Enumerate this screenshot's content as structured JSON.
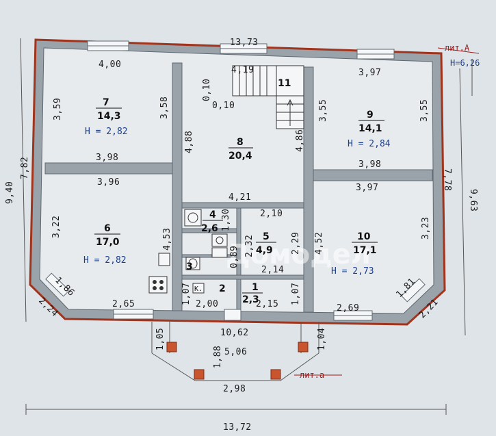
{
  "labels": {
    "lit_a_main": "лит.А",
    "height_main": "Н=6,26",
    "lit_a_porch": "лит.а",
    "kitchen_mark": "К.",
    "watermark": "Домодел"
  },
  "rooms": [
    {
      "id": "7",
      "number": "7",
      "area": "14,3",
      "height": "Н = 2,82"
    },
    {
      "id": "8",
      "number": "8",
      "area": "20,4"
    },
    {
      "id": "9",
      "number": "9",
      "area": "14,1",
      "height": "Н = 2,84"
    },
    {
      "id": "6",
      "number": "6",
      "area": "17,0",
      "height": "Н = 2,82"
    },
    {
      "id": "4",
      "number": "4",
      "area": "2,6"
    },
    {
      "id": "5",
      "number": "5",
      "area": "4,9"
    },
    {
      "id": "3",
      "number": "3"
    },
    {
      "id": "10",
      "number": "10",
      "area": "17,1",
      "height": "Н = 2,73"
    },
    {
      "id": "2",
      "number": "2"
    },
    {
      "id": "1",
      "number": "1",
      "area": "2,3"
    },
    {
      "id": "11",
      "number": "11"
    }
  ],
  "dimensions": {
    "top_overall": "13,73",
    "bottom_overall": "13,72",
    "left_overall": "9,40",
    "left_inner": "7,82",
    "right_overall": "9,63",
    "right_inner": "7,78",
    "r7_top": "4,00",
    "r7_left": "3,59",
    "r7_right": "3,58",
    "r7_bottom": "3,98",
    "r8_left": "4,88",
    "r8_stair_top": "4,19",
    "r8_small_a": "0,10",
    "r8_small_b": "0,10",
    "r8_bottom": "4,21",
    "r8_right": "4,86",
    "r9_top": "3,97",
    "r9_left": "3,55",
    "r9_right": "3,55",
    "r9_bottom": "3,98",
    "r6_top": "3,96",
    "r6_left": "3,22",
    "r6_right": "4,53",
    "r6_diag": "1,86",
    "r6_bottom": "2,65",
    "left_diag_outer": "2,24",
    "r4_right": "1,30",
    "r5_top": "2,10",
    "r5_left": "2,32",
    "r5_right": "2,29",
    "r5_bottom": "2,14",
    "r3_small": "0,89",
    "r3_left": "1,07",
    "r2_bottom": "2,00",
    "r1_right": "1,07",
    "r1_bottom": "2,15",
    "r10_top": "3,97",
    "r10_left": "4,52",
    "r10_right": "3,23",
    "r10_diag": "1,81",
    "r10_bottom": "2,69",
    "right_diag_outer": "2,21",
    "porch_top": "10,62",
    "porch_left": "1,05",
    "porch_right": "1,04",
    "porch_depth": "1,88",
    "porch_width": "5,06",
    "porch_bottom": "2,98"
  }
}
